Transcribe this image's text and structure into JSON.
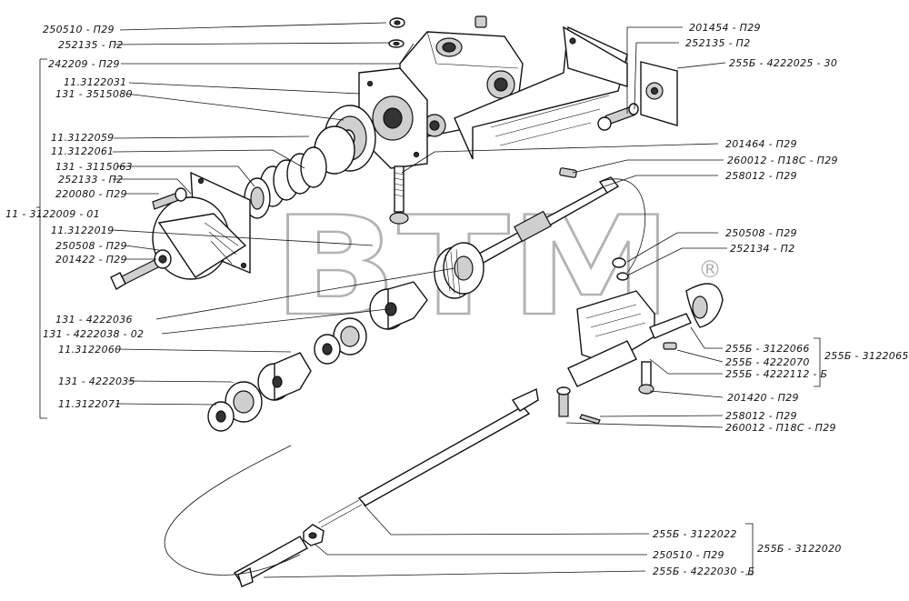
{
  "labels": {
    "l01": "250510 - П29",
    "l02": "252135 - П2",
    "l03": "242209 - П29",
    "l04": "11.3122031",
    "l05": "131 - 3515080",
    "l06": "11.3122059",
    "l07": "11.3122061",
    "l08": "131 - 3115063",
    "l09": "252133 - П2",
    "l10": "220080 - П29",
    "l11": "11 - 3122009 - 01",
    "l12": "11.3122019",
    "l13": "250508 - П29",
    "l14": "201422 - П29",
    "l15": "131 - 4222036",
    "l16": "131 - 4222038 - 02",
    "l17": "11.3122060",
    "l18": "131 - 4222035",
    "l19": "11.3122071",
    "r01": "201454 - П29",
    "r02": "252135 - П2",
    "r03": "255Б - 4222025 - 30",
    "r04": "201464 - П29",
    "r05": "260012 - П18С - П29",
    "r06": "258012 - П29",
    "r07": "250508 - П29",
    "r08": "252134 - П2",
    "r09": "255Б - 3122066",
    "r10": "255Б - 4222070",
    "r11": "255Б - 4222112 - Б",
    "r12": "255Б - 3122065",
    "r13": "201420 - П29",
    "r14": "258012 - П29",
    "r15": "260012 - П18С - П29",
    "b01": "255Б - 3122022",
    "b02": "250510 - П29",
    "b03": "255Б - 4222030 - Б",
    "b04": "255Б - 3122020"
  },
  "watermark": {
    "text": "BTM",
    "mark": "®",
    "color": "#9a9a9a"
  }
}
